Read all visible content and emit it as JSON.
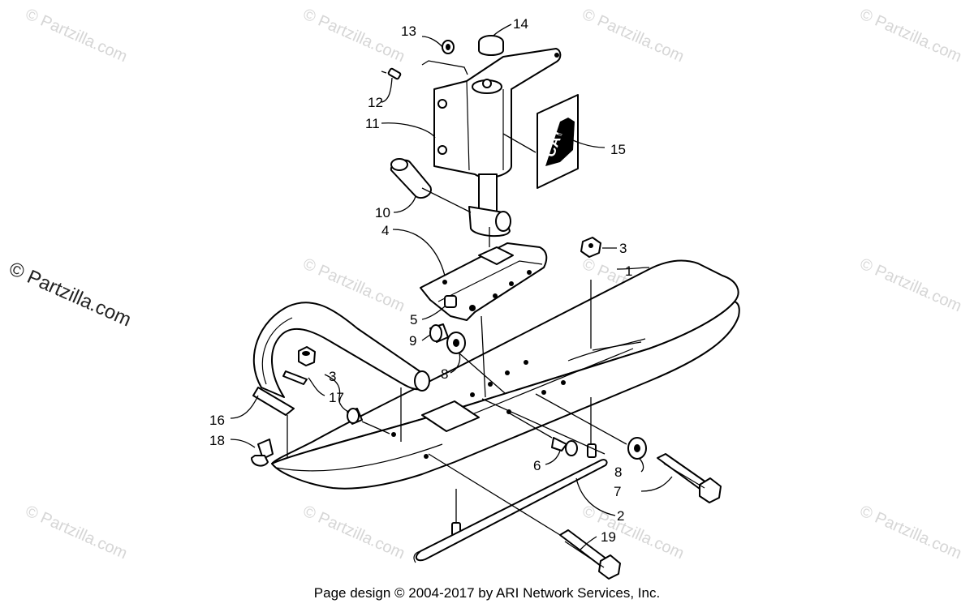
{
  "watermark_text": "© Partzilla.com",
  "footer_text": "Page design © 2004-2017 by ARI Network Services, Inc.",
  "logo_text": "CAT",
  "callouts": {
    "c1": "1",
    "c2": "2",
    "c3a": "3",
    "c3b": "3",
    "c4": "4",
    "c5": "5",
    "c6": "6",
    "c7": "7",
    "c8a": "8",
    "c8b": "8",
    "c9": "9",
    "c10": "10",
    "c11": "11",
    "c12": "12",
    "c13": "13",
    "c14": "14",
    "c15": "15",
    "c16": "16",
    "c17": "17",
    "c18": "18",
    "c19": "19"
  }
}
